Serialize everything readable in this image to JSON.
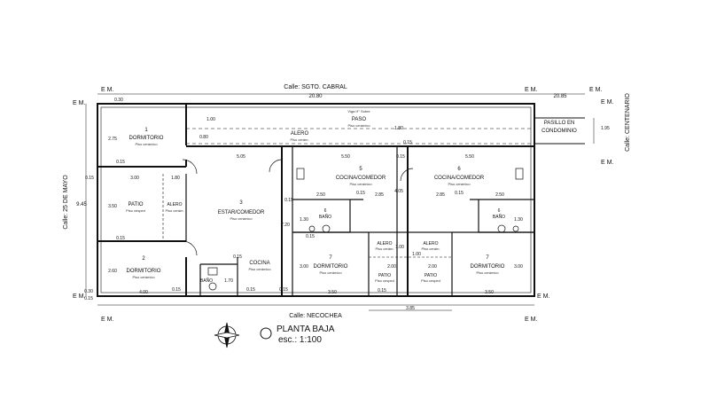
{
  "streets": {
    "top": "Calle: SGTO. CABRAL",
    "bottom": "Calle: NECOCHEA",
    "left": "Calle: 25 DE MAYO",
    "right": "Calle: CENTENARIO"
  },
  "corridor": {
    "line1": "PASILLO EN",
    "line2": "CONDOMINIO"
  },
  "em_label": "E M.",
  "north_symbol": "compass-rose-icon",
  "title": {
    "main": "PLANTA BAJA",
    "scale": "esc.: 1:100"
  },
  "rooms": {
    "dorm1": {
      "num": "1",
      "name": "DORMITORIO",
      "floor": "Piso cerámico"
    },
    "dorm2": {
      "num": "2",
      "name": "DORMITORIO",
      "floor": "Piso cerámico"
    },
    "estar": {
      "num": "3",
      "name": "ESTAR/COMEDOR",
      "floor": "Piso cerámico"
    },
    "patio_left": {
      "name": "PATIO",
      "floor": "Piso cesped"
    },
    "alero_left": {
      "name": "ALERO",
      "floor": "Piso cerám."
    },
    "bano_left": {
      "name": "BAÑO"
    },
    "cocina_left": {
      "name": "COCINA",
      "floor": "Piso cerámico"
    },
    "alero_top": {
      "name": "ALERO",
      "floor": "Piso cerám."
    },
    "paso": {
      "name": "PASO",
      "floor": "Piso cerámico",
      "note": "Viga H° Sobre"
    },
    "cocina5": {
      "num": "5",
      "name": "COCINA/COMEDOR",
      "floor": "Piso cerámico"
    },
    "cocina6": {
      "num": "6",
      "name": "COCINA/COMEDOR",
      "floor": "Piso cerámico"
    },
    "bano_mid": {
      "num": "6",
      "name": "BAÑO"
    },
    "bano_right": {
      "num": "6",
      "name": "BAÑO"
    },
    "dorm7a": {
      "num": "7",
      "name": "DORMITORIO",
      "floor": "Piso cerámico"
    },
    "dorm7b": {
      "num": "7",
      "name": "DORMITORIO",
      "floor": "Piso cerámico"
    },
    "alero_mid1": {
      "name": "ALERO",
      "floor": "Piso cerám."
    },
    "alero_mid2": {
      "name": "ALERO",
      "floor": "Piso cerám."
    },
    "patio_mid1": {
      "name": "PATIO",
      "floor": "Piso cesped"
    },
    "patio_mid2": {
      "name": "PATIO",
      "floor": "Piso cesped"
    }
  },
  "dims": {
    "top_total": "20.80",
    "top_right": "20.85",
    "top_left_offset": "0.30",
    "right_depth": "1.95",
    "left_total": "9.45",
    "left_a": "0.15",
    "dorm1_height": "2.75",
    "dorm1_bottom": "0.15",
    "patio_height": "3.50",
    "patio_width": "3.00",
    "alero_width": "1.80",
    "patio_bottom": "0.15",
    "dorm2_height": "2.60",
    "bottom_offset": "0.30",
    "bottom_a": "0.15",
    "dorm2_width": "4.00",
    "bath_small": "0.15",
    "bath_height": "1.70",
    "cocina_a": "0.15",
    "cocina_b": "0.15",
    "cocina_c": "0.15",
    "estar_width": "5.05",
    "alero_top_h": "1.00",
    "alero_top_b": "0.80",
    "paso_h": "1.80",
    "center_width": "5.50",
    "center_width_r": "5.50",
    "mid_a": "0.15",
    "mid_b": "0.15",
    "col_c": "0.15",
    "c5_a": "2.50",
    "c5_b": "0.15",
    "c5_c": "2.85",
    "mid_c": "4.05",
    "c6_a": "2.85",
    "c6_b": "0.15",
    "c6_c": "2.50",
    "bano_mid_h": "1.30",
    "bano_mid_b": "0.15",
    "bano_right_h": "1.30",
    "mid_height": "7.20",
    "dorm7a_h": "3.00",
    "dorm7b_h": "3.00",
    "alero_mid_a": "1.00",
    "alero_mid_b": "1.00",
    "patio_mid_a": "2.00",
    "patio_mid_b": "2.00",
    "patio_bottom_a": "0.15",
    "dorm7a_w": "3.50",
    "dorm7b_w": "3.50",
    "bottom_gap": "3.85"
  }
}
